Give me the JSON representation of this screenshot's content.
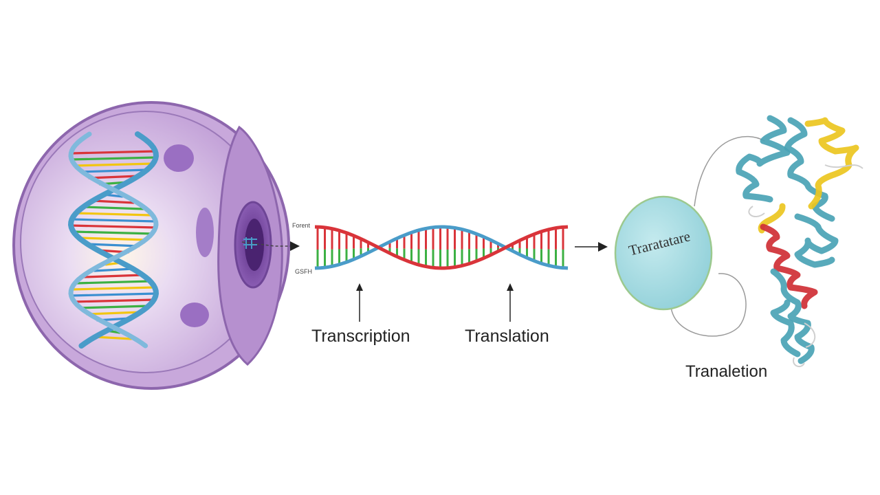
{
  "labels": {
    "transcription": "Transcription",
    "translation_mid": "Translation",
    "translation_right": "Tranaletion",
    "ribosome": "Traratatare",
    "strand_top": "Forent",
    "strand_bottom": "GSFH"
  },
  "colors": {
    "cell_fill": "#c9a9dc",
    "cell_stroke": "#8d66ad",
    "dna_backbone_blue": "#4a9cc9",
    "dna_backbone_red": "#d9343a",
    "base_red": "#d9343a",
    "base_green": "#3cb043",
    "base_blue": "#3a8fd1",
    "base_yellow": "#f2c511",
    "ribosome_fill": "#a9dde2",
    "ribosome_stroke": "#9cc98e",
    "protein_teal": "#4aa3b5",
    "protein_yellow": "#ecc520",
    "protein_red": "#cf2f35"
  },
  "icons": {
    "cell": "eukaryotic-cell-icon",
    "dna": "dna-double-helix-icon",
    "ribosome": "ribosome-icon",
    "protein": "folded-protein-icon"
  }
}
